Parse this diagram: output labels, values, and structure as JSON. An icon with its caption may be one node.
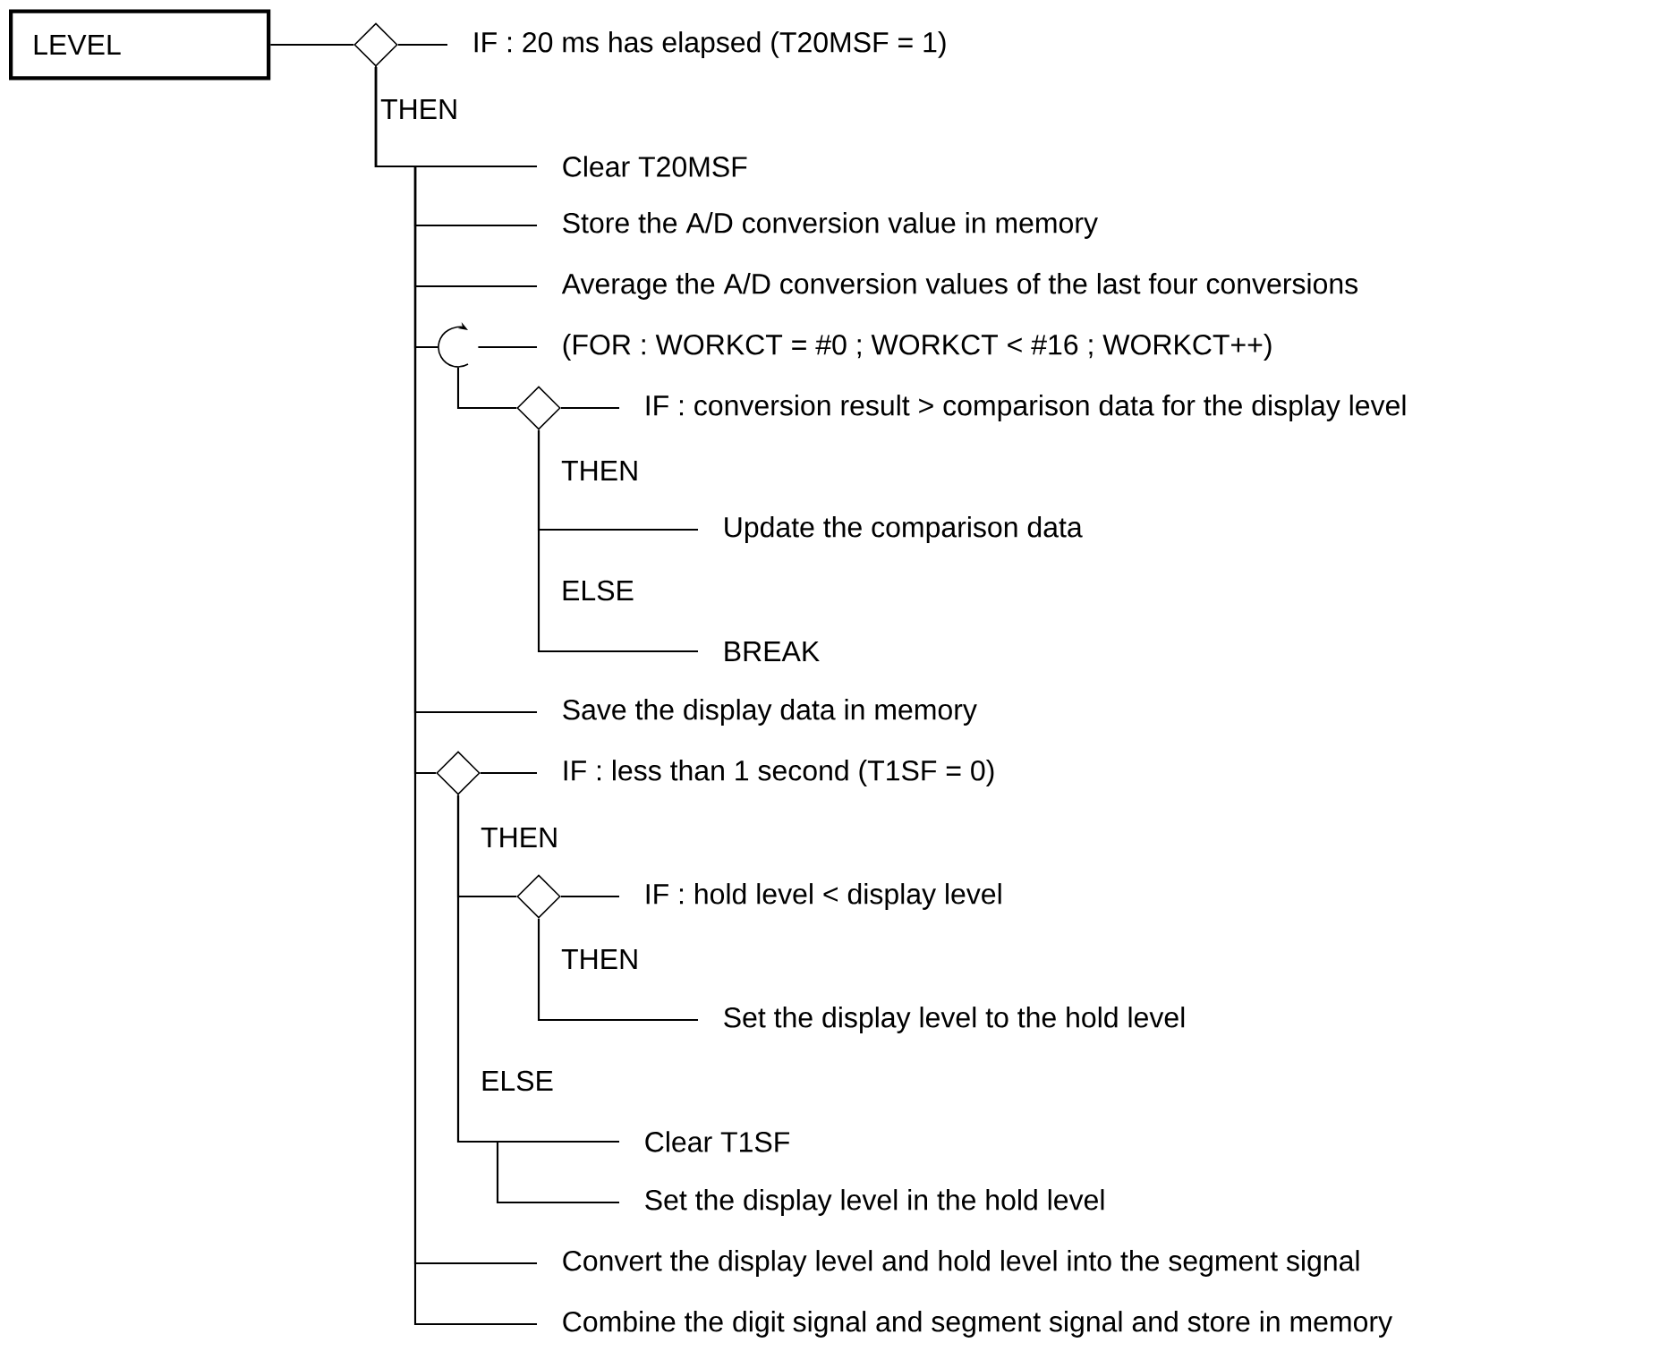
{
  "diagram": {
    "nodes": [
      {
        "text": [
          "LEVEL"
        ]
      },
      {
        "text": [],
        "shape": "diamond"
      },
      {
        "text": [
          "IF : 20 ms has elapsed (T20MSF = 1)"
        ]
      },
      {
        "text": [
          "Clear T20MSF"
        ]
      },
      {
        "text": [
          "Store the A/D conversion value in memory"
        ]
      },
      {
        "text": [
          "Average the A/D conversion values of the last four conversions"
        ]
      },
      {
        "text": [],
        "shape": "loop"
      },
      {
        "text": [
          "(FOR : WORKCT = #0 ; WORKCT < #16 ; WORKCT++)"
        ]
      },
      {
        "text": [],
        "shape": "diamond"
      },
      {
        "text": [
          "IF : conversion result > comparison data for the display level"
        ]
      },
      {
        "text": [
          "Update the comparison data"
        ]
      },
      {
        "text": [
          "BREAK"
        ]
      },
      {
        "text": [
          "Save the display data in memory"
        ]
      },
      {
        "text": [],
        "shape": "diamond"
      },
      {
        "text": [
          "IF : less than 1 second (T1SF = 0)"
        ]
      },
      {
        "text": [],
        "shape": "diamond"
      },
      {
        "text": [
          "IF : hold level < display level"
        ]
      },
      {
        "text": [
          "Set the display level to the hold level"
        ]
      },
      {
        "text": [
          "Clear T1SF"
        ]
      },
      {
        "text": [
          "Set the display level in the hold level"
        ]
      },
      {
        "text": [
          "Convert the display level and hold level into the segment signal"
        ]
      },
      {
        "text": [
          "Combine the digit signal and segment signal and store in memory"
        ]
      }
    ],
    "edges": [
      {
        "from": 0,
        "to": 1,
        "arrow": "none"
      },
      {
        "from": 1,
        "to": 2,
        "arrow": "none"
      },
      {
        "from": 1,
        "to": 3,
        "arrow": "none"
      },
      {
        "from": 1,
        "to": 4,
        "arrow": "none"
      },
      {
        "from": 1,
        "to": 5,
        "arrow": "none"
      },
      {
        "from": 1,
        "to": 6,
        "arrow": "none"
      },
      {
        "from": 6,
        "to": 7,
        "arrow": "none"
      },
      {
        "from": 6,
        "to": 8,
        "arrow": "none"
      },
      {
        "from": 8,
        "to": 9,
        "arrow": "none"
      },
      {
        "from": 8,
        "to": 10,
        "arrow": "none"
      },
      {
        "from": 8,
        "to": 11,
        "arrow": "none"
      },
      {
        "from": 1,
        "to": 12,
        "arrow": "none"
      },
      {
        "from": 1,
        "to": 13,
        "arrow": "none"
      },
      {
        "from": 13,
        "to": 14,
        "arrow": "none"
      },
      {
        "from": 13,
        "to": 15,
        "arrow": "none"
      },
      {
        "from": 15,
        "to": 16,
        "arrow": "none"
      },
      {
        "from": 15,
        "to": 17,
        "arrow": "none"
      },
      {
        "from": 13,
        "to": 18,
        "arrow": "none"
      },
      {
        "from": 13,
        "to": 19,
        "arrow": "none"
      },
      {
        "from": 1,
        "to": 20,
        "arrow": "none"
      },
      {
        "from": 1,
        "to": 21,
        "arrow": "none"
      }
    ],
    "labels": [
      "THEN",
      "THEN",
      "ELSE",
      "THEN",
      "THEN",
      "ELSE"
    ]
  }
}
